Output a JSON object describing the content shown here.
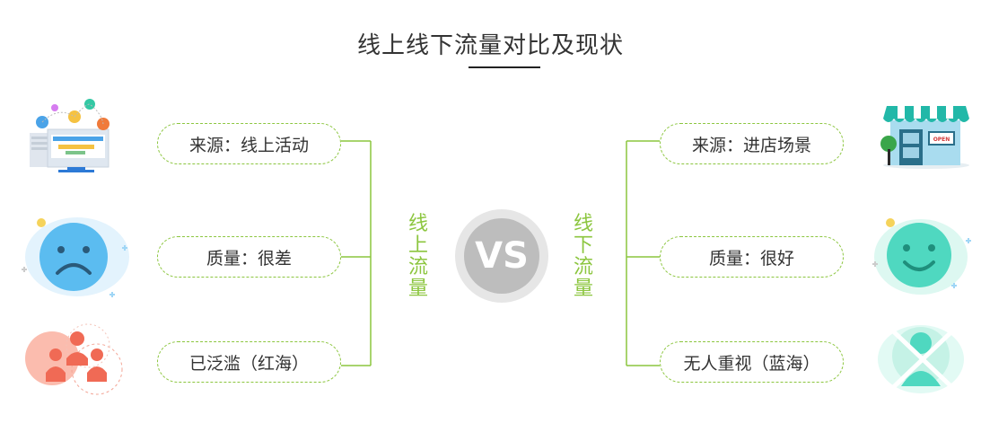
{
  "title": "线上线下流量对比及现状",
  "online": {
    "label": "线上流量",
    "items": [
      {
        "text": "来源：线上活动"
      },
      {
        "text": "质量：很差"
      },
      {
        "text": "已泛滥（红海）"
      }
    ]
  },
  "offline": {
    "label": "线下流量",
    "items": [
      {
        "text": "来源：进店场景"
      },
      {
        "text": "质量：很好"
      },
      {
        "text": "无人重视（蓝海）"
      }
    ]
  },
  "vs": "VS",
  "store_sign": "OPEN",
  "colors": {
    "accent_green": "#8cc63f",
    "sad_blue": "#5bbcf0",
    "happy_teal": "#4fd8c0",
    "red_people": "#f06a55"
  }
}
